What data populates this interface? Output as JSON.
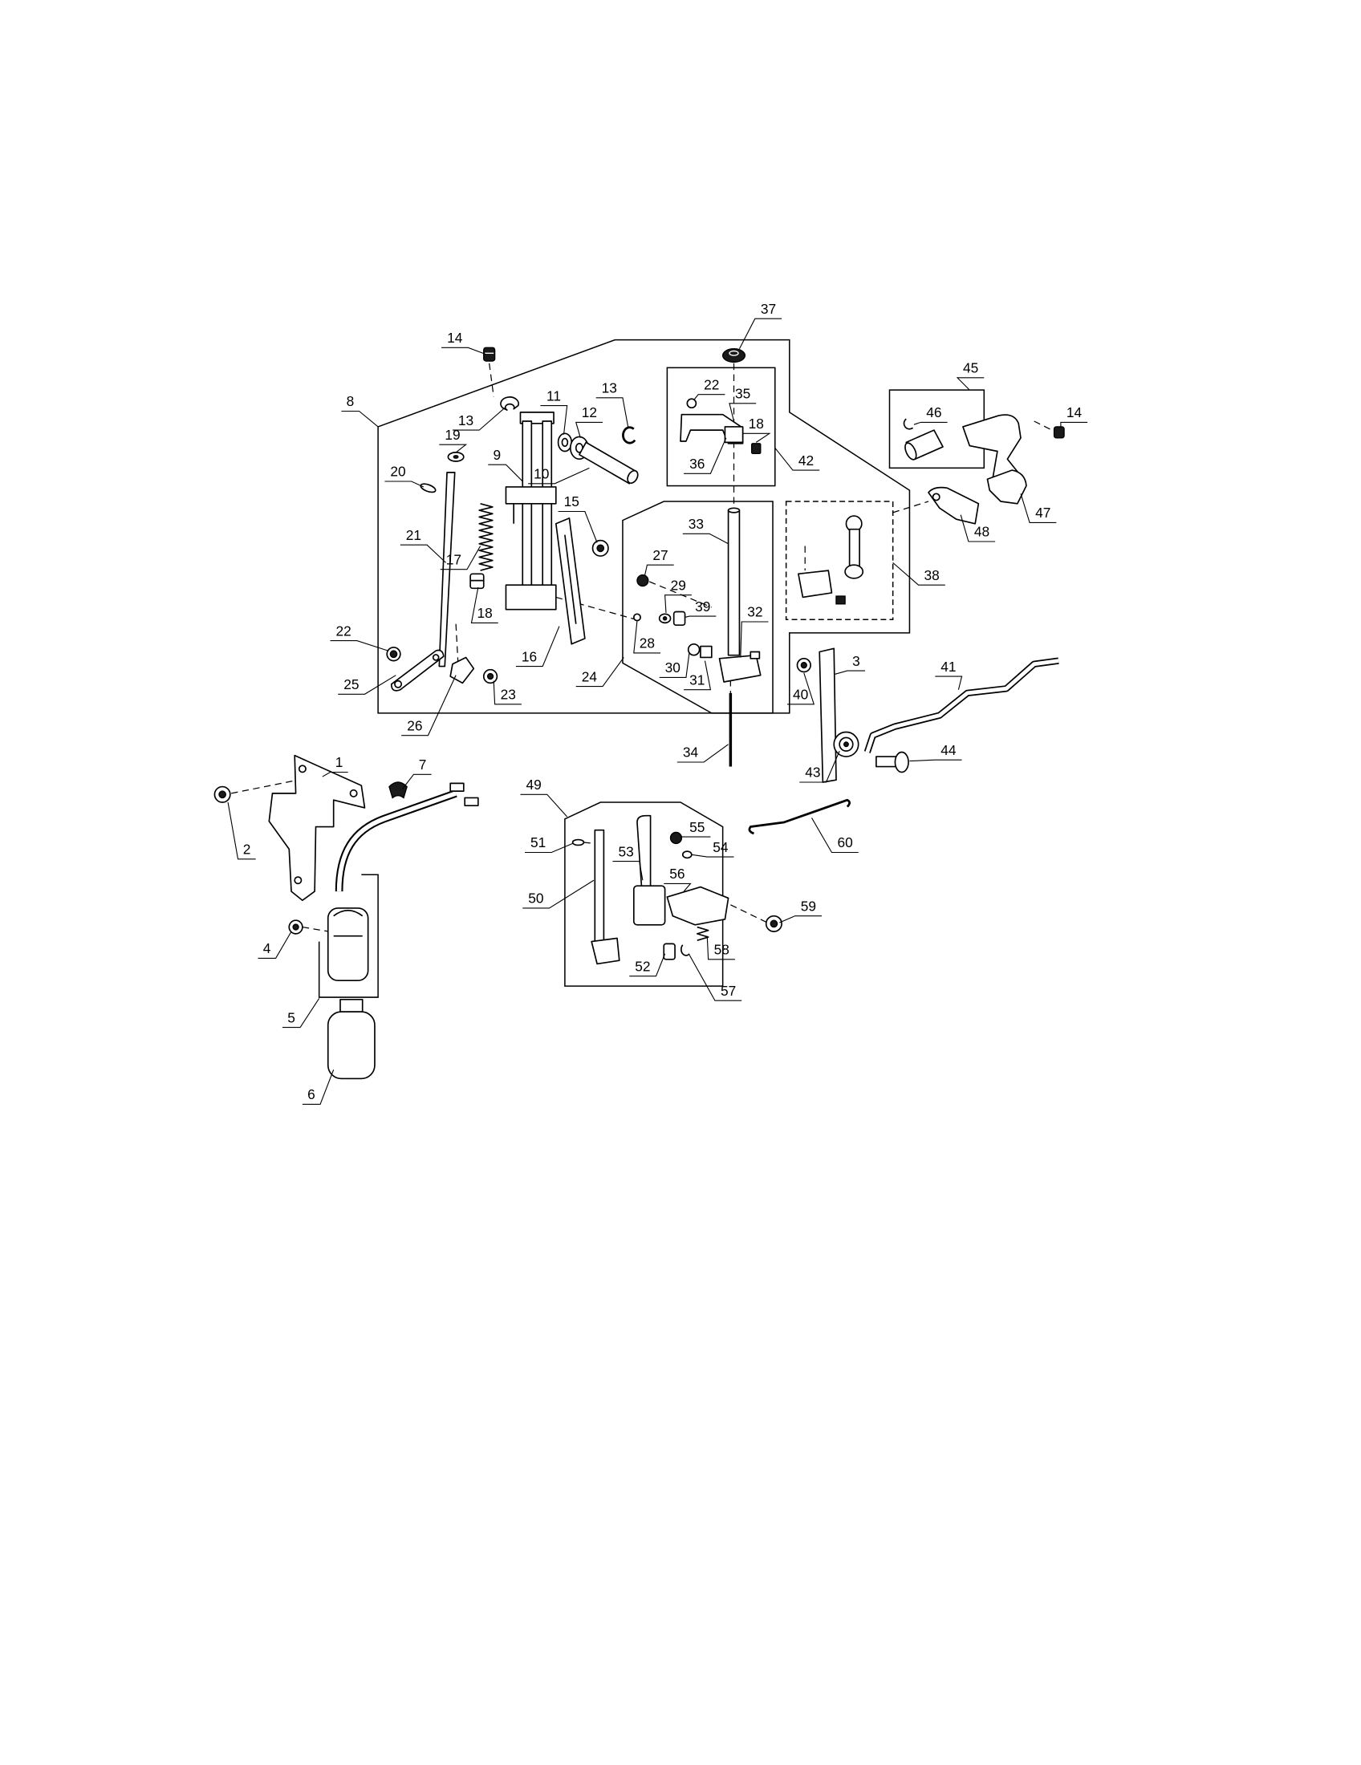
{
  "callouts": [
    "14",
    "37",
    "8",
    "13",
    "11",
    "12",
    "13",
    "22",
    "35",
    "18",
    "45",
    "46",
    "14",
    "19",
    "9",
    "10",
    "36",
    "42",
    "20",
    "15",
    "33",
    "47",
    "48",
    "21",
    "17",
    "27",
    "38",
    "29",
    "18",
    "39",
    "32",
    "22",
    "28",
    "16",
    "30",
    "24",
    "31",
    "3",
    "41",
    "25",
    "23",
    "40",
    "26",
    "34",
    "43",
    "44",
    "1",
    "7",
    "49",
    "55",
    "51",
    "54",
    "60",
    "2",
    "53",
    "56",
    "50",
    "59",
    "4",
    "58",
    "52",
    "57",
    "5",
    "6"
  ],
  "colors": {
    "ink": "#000000",
    "paper": "#ffffff"
  }
}
